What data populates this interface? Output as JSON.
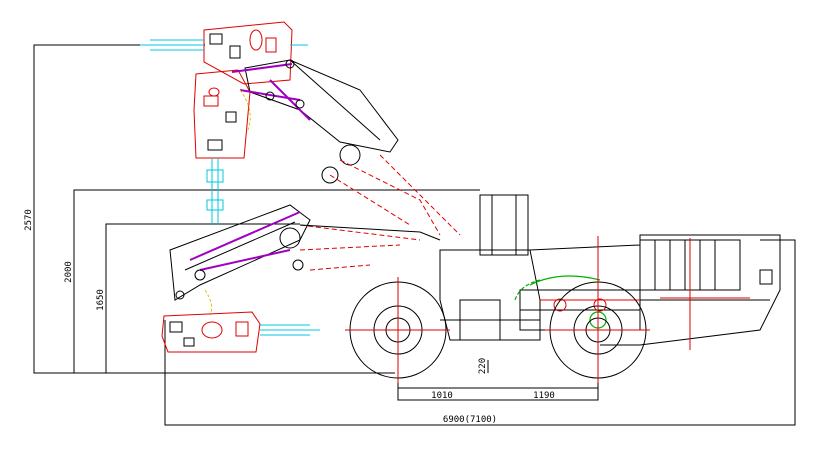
{
  "title": "Underground loader side elevation with boom/bucket working positions",
  "dimensions": {
    "max_dump_height": "2570",
    "dump_height": "2000",
    "lower_height": "1650",
    "ground_clearance": "220",
    "front_axle_offset": "1010",
    "rear_axle_offset": "1190",
    "overall_length": "6900(7100)"
  },
  "colors": {
    "outline": "#000000",
    "bucket": "#e00000",
    "hydraulic": "#00c8e0",
    "linkage": "#a000c0",
    "hinge": "#e0c000",
    "drive": "#00b000"
  }
}
